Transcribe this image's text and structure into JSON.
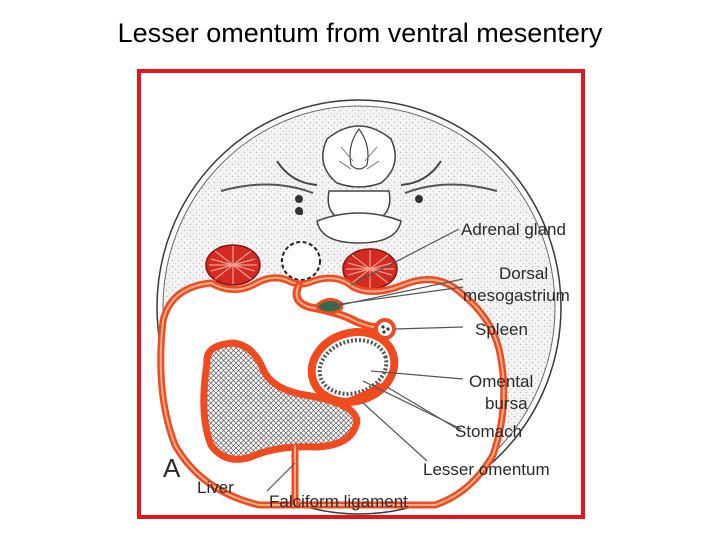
{
  "slide": {
    "title": "Lesser omentum from ventral mesentery"
  },
  "figure": {
    "panel_letter": "A",
    "labels": {
      "adrenal_gland": "Adrenal gland",
      "dorsal_line1": "Dorsal",
      "dorsal_line2": "mesogastrium",
      "spleen": "Spleen",
      "omental_line1": "Omental",
      "omental_line2": "bursa",
      "stomach": "Stomach",
      "lesser_omentum": "Lesser omentum",
      "liver": "Liver",
      "falciform": "Falciform  ligament"
    }
  },
  "colors": {
    "frame_border": "#e8141b",
    "peritoneum": "#f04a1e",
    "peritoneum_light": "#f7b08f",
    "adrenal": "#d42a22",
    "spleen_fill": "#2f6e4a"
  }
}
